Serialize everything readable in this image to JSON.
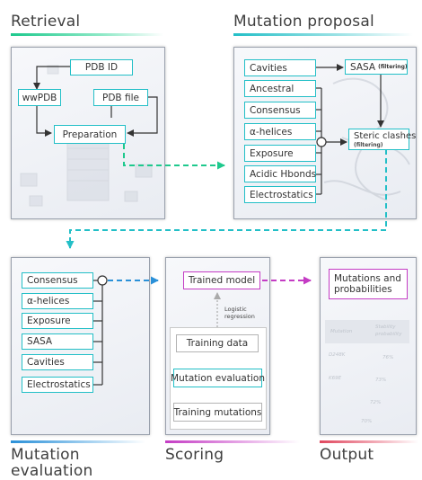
{
  "sections": {
    "retrieval": "Retrieval",
    "mutation_proposal": "Mutation proposal",
    "mutation_evaluation_line1": "Mutation",
    "mutation_evaluation_line2": "evaluation",
    "scoring": "Scoring",
    "output": "Output"
  },
  "retrieval": {
    "pdb_id": "PDB ID",
    "wwpdb": "wwPDB",
    "pdb_file": "PDB file",
    "preparation": "Preparation"
  },
  "mutation_proposal": {
    "features": [
      "Cavities",
      "Ancestral",
      "Consensus",
      "α-helices",
      "Exposure",
      "Acidic Hbonds",
      "Electrostatics"
    ],
    "sasa": "SASA",
    "sasa_note": "(filtering)",
    "steric": "Steric clashes",
    "steric_note": "(filtering)"
  },
  "mutation_evaluation": {
    "features": [
      "Consensus",
      "α-helices",
      "Exposure",
      "SASA",
      "Cavities",
      "Electrostatics"
    ]
  },
  "scoring": {
    "trained_model": "Trained model",
    "regression_line1": "Logistic",
    "regression_line2": "regression",
    "training_data": "Training data",
    "mutation_evaluation": "Mutation evaluation",
    "training_mutations": "Training mutations"
  },
  "output": {
    "result_line1": "Mutations and",
    "result_line2": "probabilities",
    "col_mutation": "Mutation",
    "col_stability_line1": "Stability",
    "col_stability_line2": "probability",
    "rows": [
      {
        "mutation": "D248K",
        "prob": "76%"
      },
      {
        "mutation": "K69E",
        "prob": "73%"
      },
      {
        "mutation": "",
        "prob": "72%"
      },
      {
        "mutation": "",
        "prob": "70%"
      }
    ]
  },
  "colors": {
    "teal": "#23bfc7",
    "green": "#1ec98d",
    "blue": "#2a90d8",
    "magenta": "#c43cc4",
    "red": "#e0475e",
    "gray": "#b3b3b3"
  }
}
